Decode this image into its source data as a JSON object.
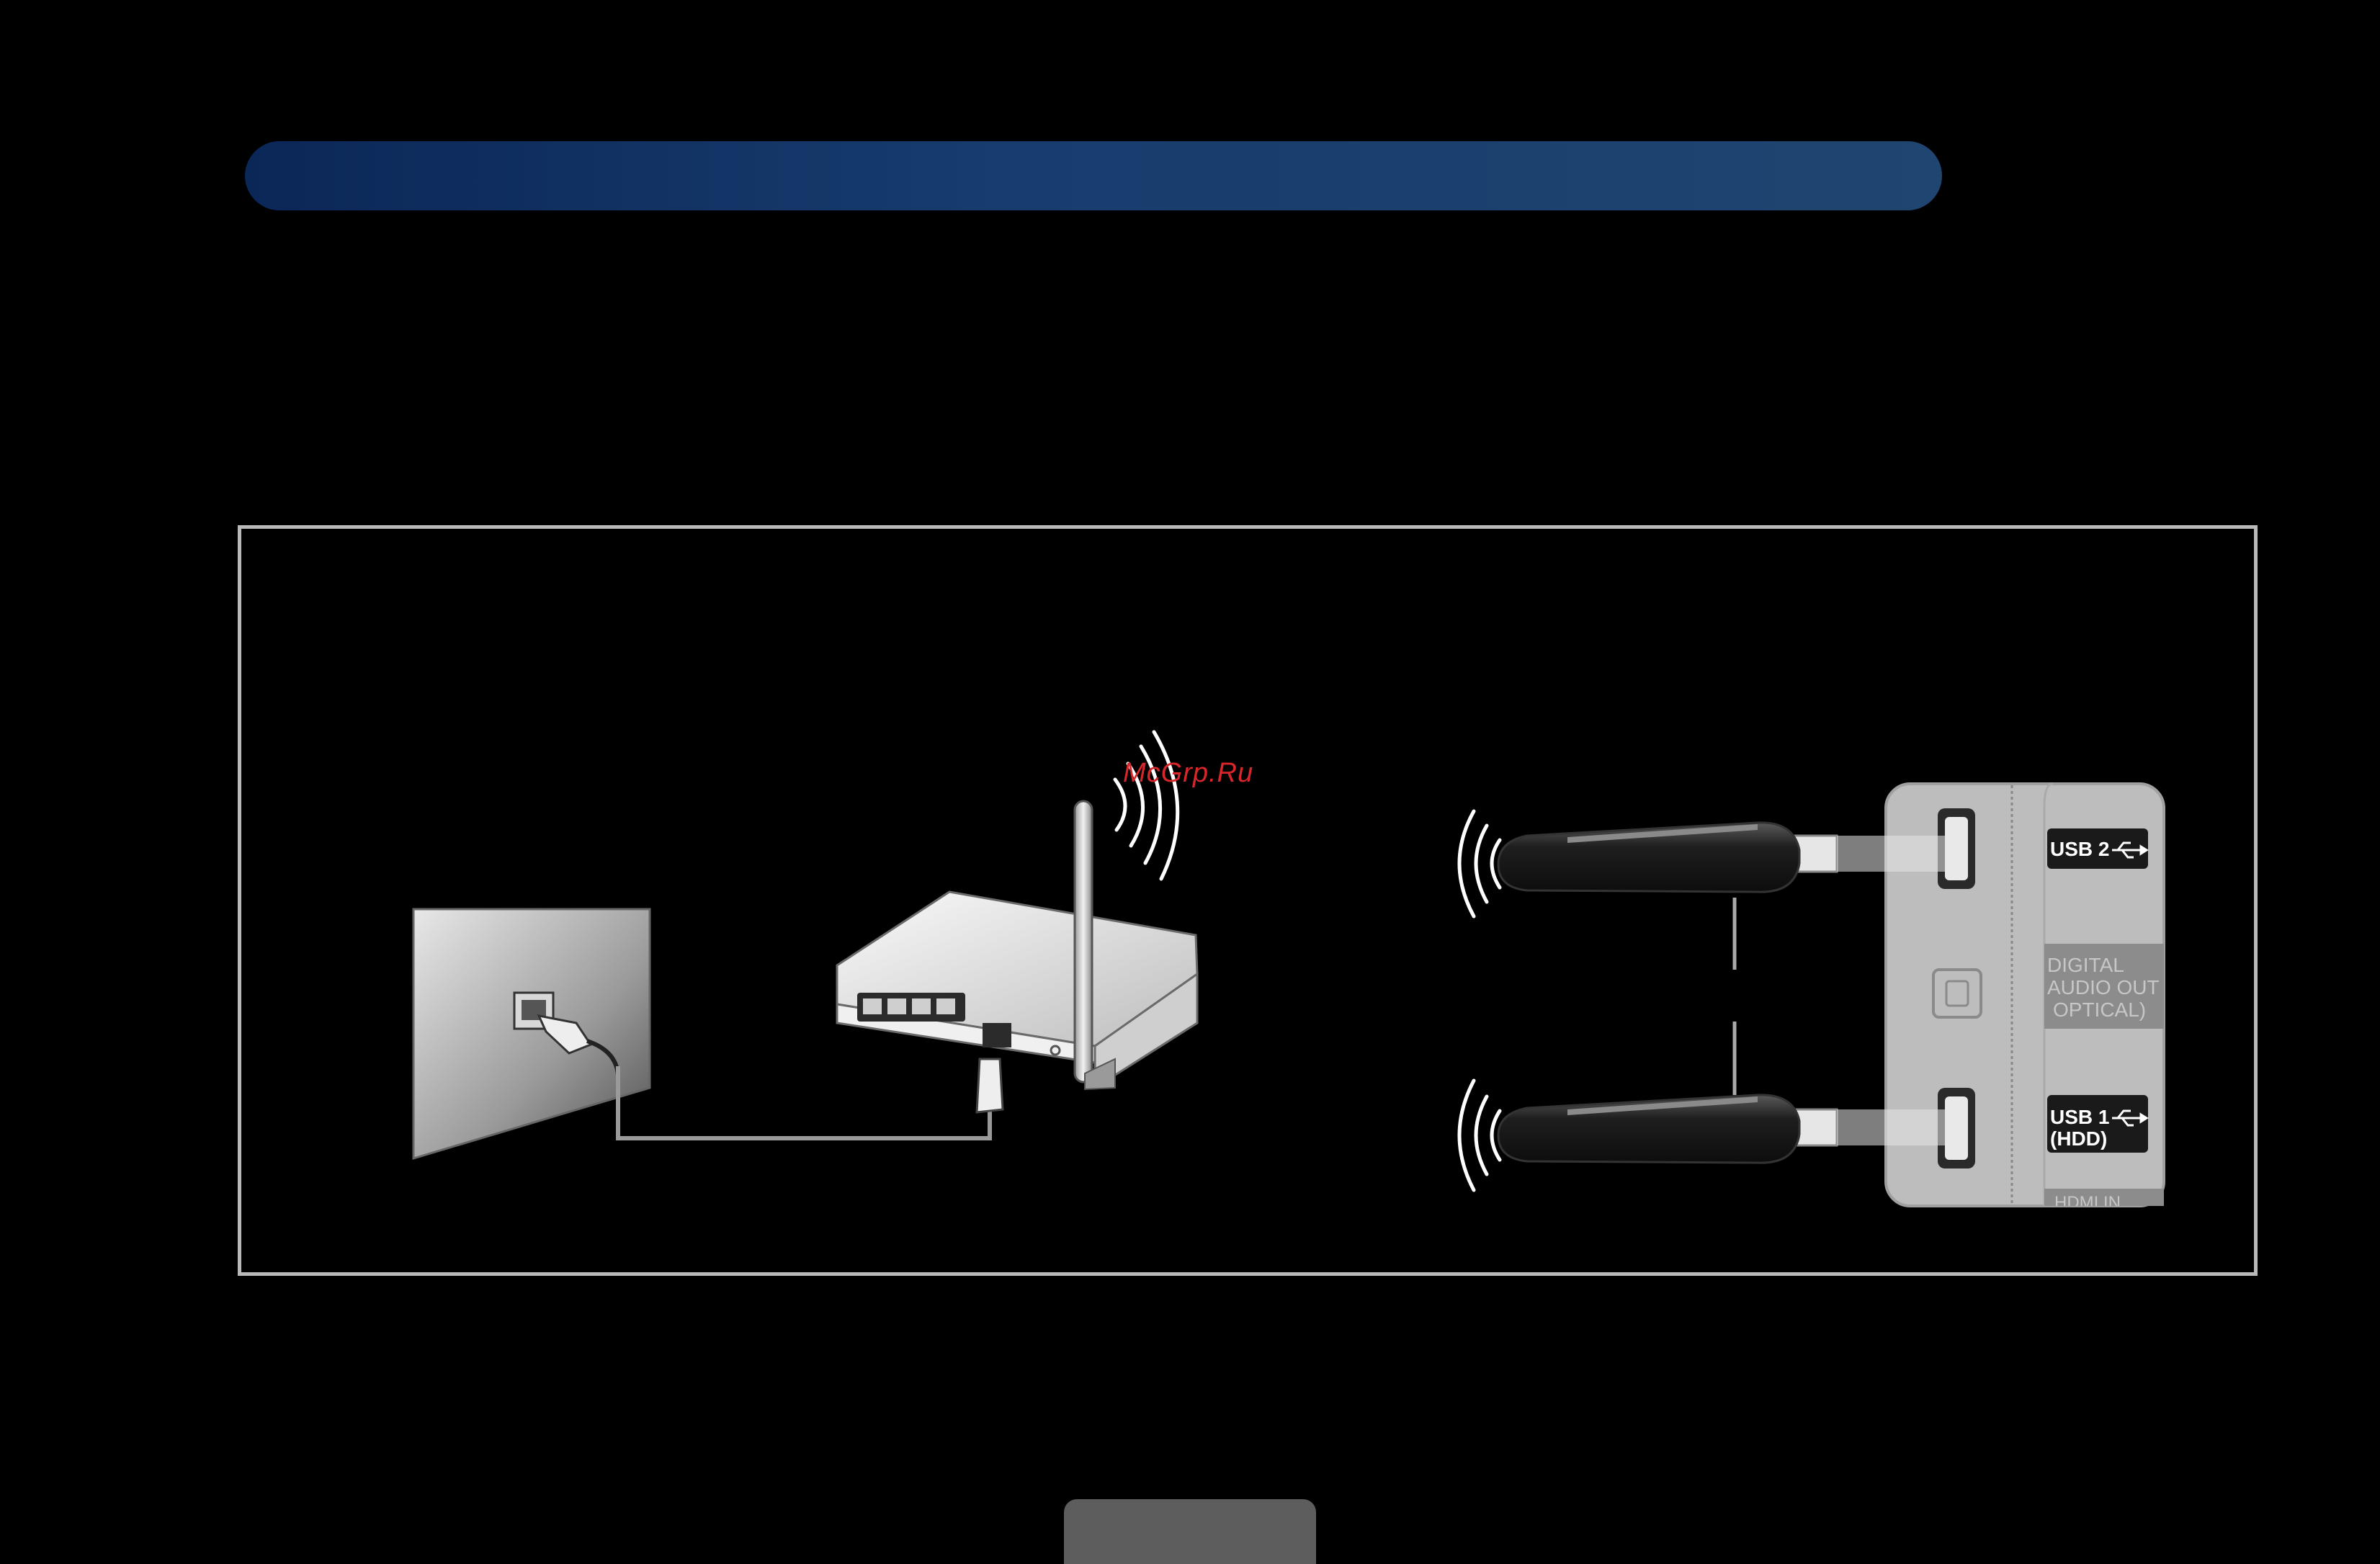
{
  "watermark": "McGrp.Ru",
  "ports": {
    "usb2": "USB 2",
    "optical": [
      "DIGITAL",
      "AUDIO OUT",
      "OPTICAL)"
    ],
    "usb1": [
      "USB 1",
      "(HDD)"
    ],
    "hdmi": "HDMI IN"
  },
  "colors": {
    "title_bar": "#173c6e",
    "frame": "#b9b9b9",
    "bottom_tab": "#5d5d5d",
    "watermark": "#d8262b"
  }
}
